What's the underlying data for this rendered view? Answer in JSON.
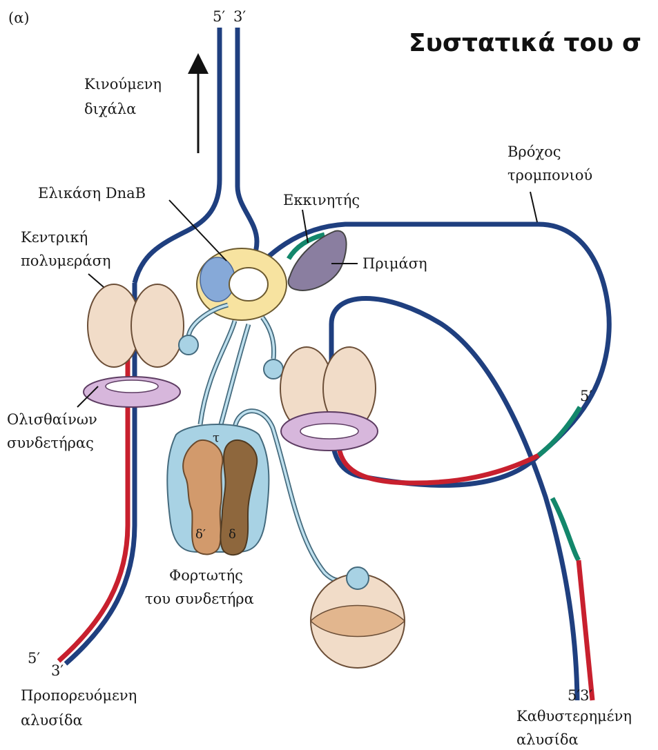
{
  "panel_label": "(α)",
  "title": "Συστατικά του σ",
  "labels": {
    "five_prime_top": "5′",
    "three_prime_top": "3′",
    "moving_fork_1": "Κινούμενη",
    "moving_fork_2": "διχάλα",
    "helicase": "Ελικάση DnaB",
    "primer": "Εκκινητής",
    "trombone_1": "Βρόχος",
    "trombone_2": "τρομπονιού",
    "core_pol_1": "Κεντρική",
    "core_pol_2": "πολυμεράση",
    "primase": "Πριμάση",
    "five_prime_lagging": "5′",
    "clamp_1": "Ολισθαίνων",
    "clamp_2": "συνδετήρας",
    "tau": "τ",
    "delta_prime": "δ′",
    "delta": "δ",
    "loader_1": "Φορτωτής",
    "loader_2": "του συνδετήρα",
    "leading_5": "5′",
    "leading_3": "3′",
    "leading_1": "Προπορευόμενη",
    "leading_2": "αλυσίδα",
    "lagging_53": "5′3′",
    "lagging_1": "Καθυστερημένη",
    "lagging_2": "αλυσίδα"
  },
  "colors": {
    "template_strand": "#1f3f7f",
    "new_dna": "#c8202e",
    "rna_primer": "#13876b",
    "polymerase": "#f1dcc8",
    "clamp": "#d7b7dc",
    "helicase": "#f7e3a0",
    "primase": "#8a7ea0",
    "loader_body": "#a8d2e4",
    "delta_prime": "#d29a6c",
    "delta": "#8e673d"
  }
}
